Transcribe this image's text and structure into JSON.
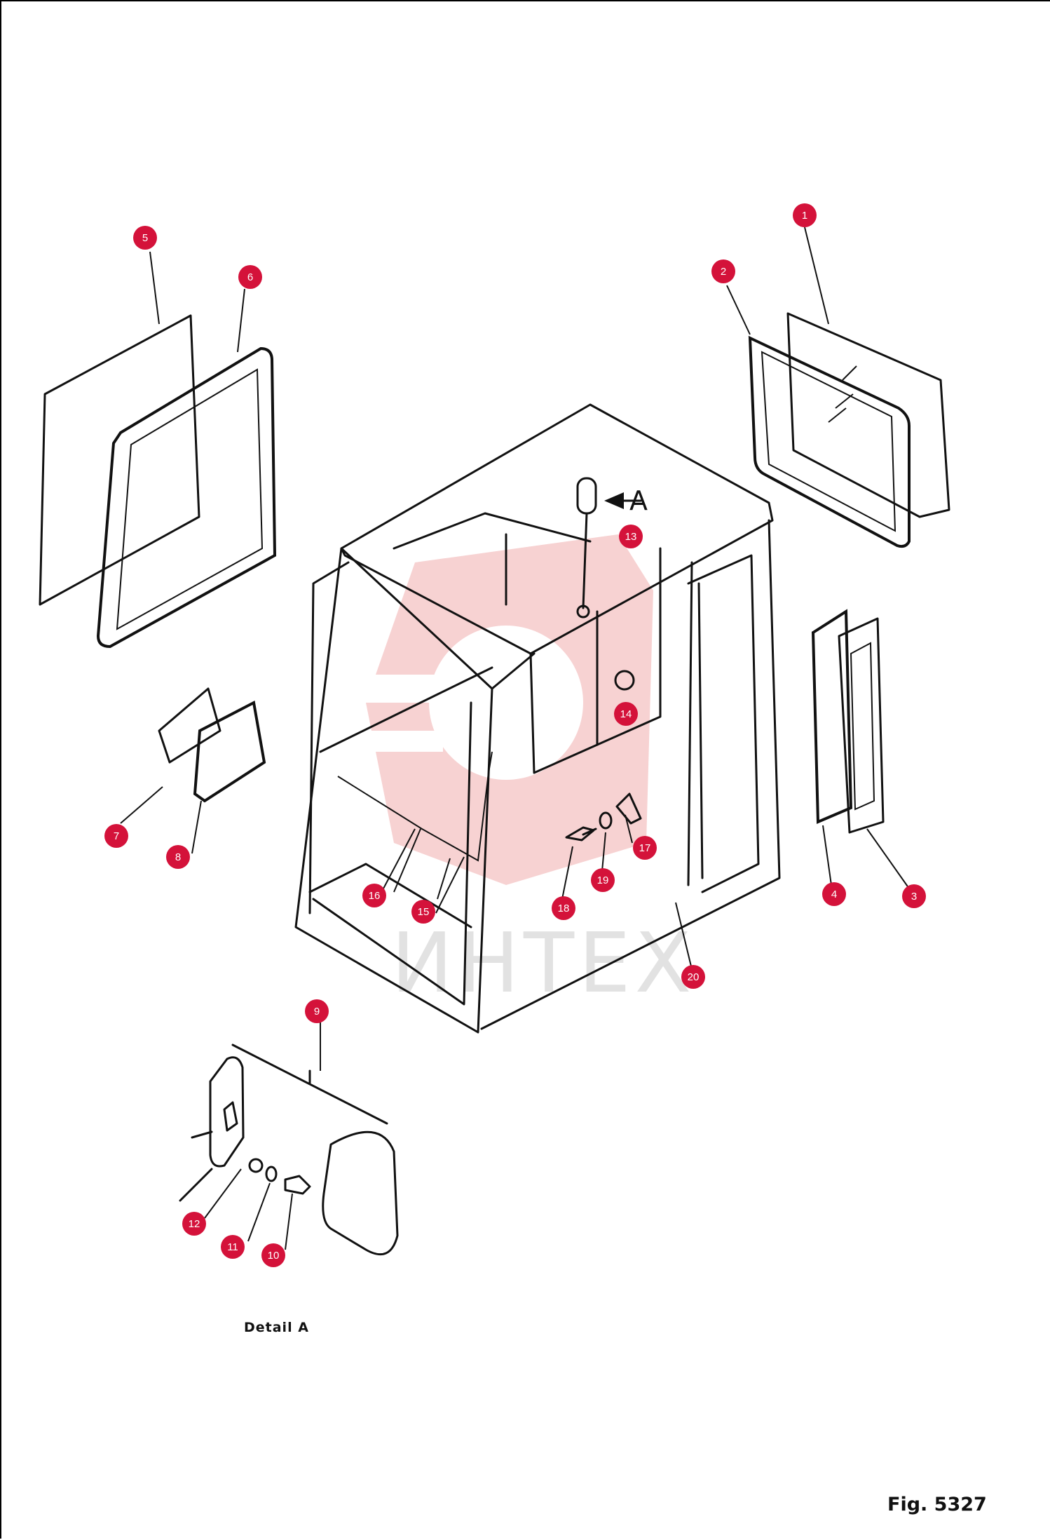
{
  "watermark": {
    "text": "ИНТЕХ"
  },
  "labels": {
    "arrow": "A",
    "detail": "Detail A",
    "figure": "Fig. 5327"
  },
  "callouts": {
    "c1": "1",
    "c2": "2",
    "c3": "3",
    "c4": "4",
    "c5": "5",
    "c6": "6",
    "c7": "7",
    "c8": "8",
    "c9": "9",
    "c10": "10",
    "c11": "11",
    "c12": "12",
    "c13": "13",
    "c14": "14",
    "c15": "15",
    "c16": "16",
    "c17": "17",
    "c18": "18",
    "c19": "19",
    "c20": "20"
  },
  "colors": {
    "callout": "#d4123a",
    "watermark": "#f6caca"
  }
}
